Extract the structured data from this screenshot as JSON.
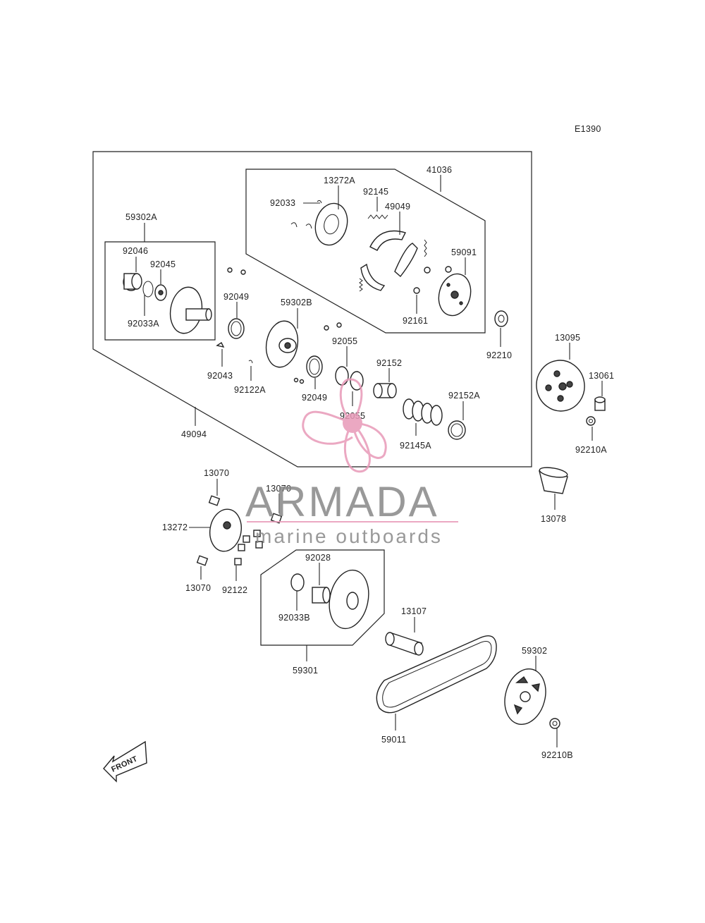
{
  "diagram_code": "E1390",
  "watermark": {
    "brand": "ARMADA",
    "tagline": "marine outboards",
    "accent_color": "#e89ab8",
    "text_color": "#888888"
  },
  "front_arrow_label": "FRONT",
  "labels": {
    "p41036": "41036",
    "p13272A": "13272A",
    "p92145": "92145",
    "p92033": "92033",
    "p49049": "49049",
    "p59091": "59091",
    "p92161": "92161",
    "p92210": "92210",
    "p59302A": "59302A",
    "p92046": "92046",
    "p92045": "92045",
    "p92033A": "92033A",
    "p92049a": "92049",
    "p59302B": "59302B",
    "p92055a": "92055",
    "p92152": "92152",
    "p92043": "92043",
    "p92122A": "92122A",
    "p92049b": "92049",
    "p92055b": "92055",
    "p92152A": "92152A",
    "p92145A": "92145A",
    "p49094": "49094",
    "p13095": "13095",
    "p13061": "13061",
    "p92210A": "92210A",
    "p13078": "13078",
    "p13070a": "13070",
    "p13070b": "13070",
    "p13272": "13272",
    "p13070c": "13070",
    "p92122": "92122",
    "p92028": "92028",
    "p92033B": "92033B",
    "p59301": "59301",
    "p13107": "13107",
    "p59302": "59302",
    "p59011": "59011",
    "p92210B": "92210B"
  }
}
